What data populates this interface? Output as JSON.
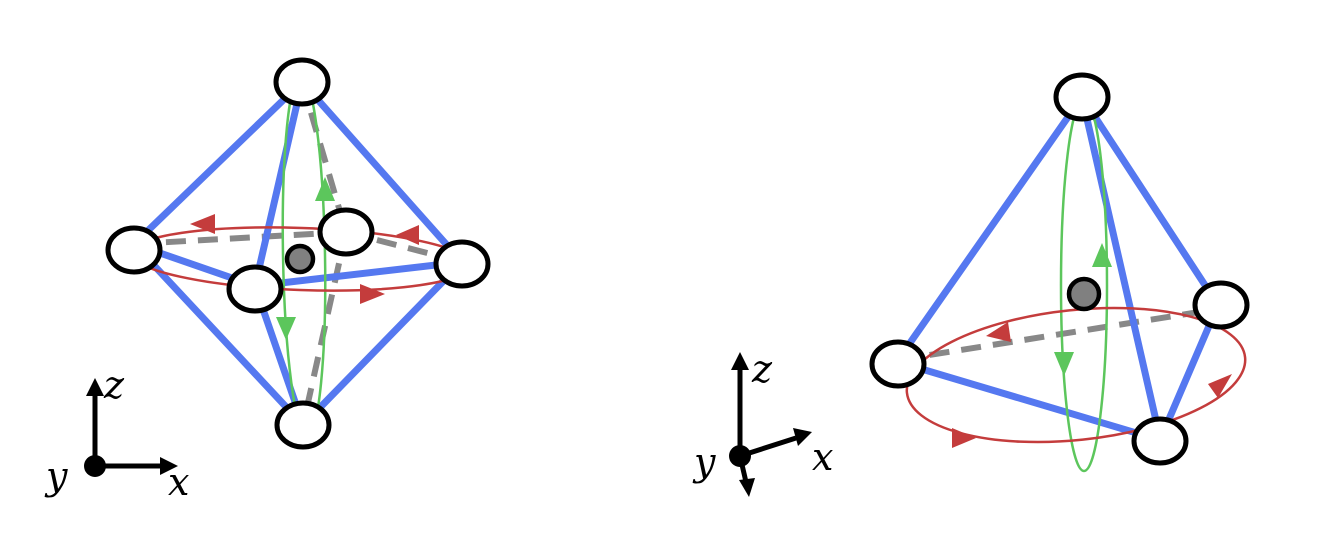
{
  "axes_left": {
    "z_label": "z",
    "y_label": "y",
    "x_label": "x"
  },
  "axes_right": {
    "z_label": "z",
    "y_label": "y",
    "x_label": "x"
  },
  "colors": {
    "edge": "#5578f0",
    "hidden_edge": "#888888",
    "rotation_horizontal": "#c43c3c",
    "rotation_vertical": "#5cc65c",
    "center_atom": "#808080"
  }
}
